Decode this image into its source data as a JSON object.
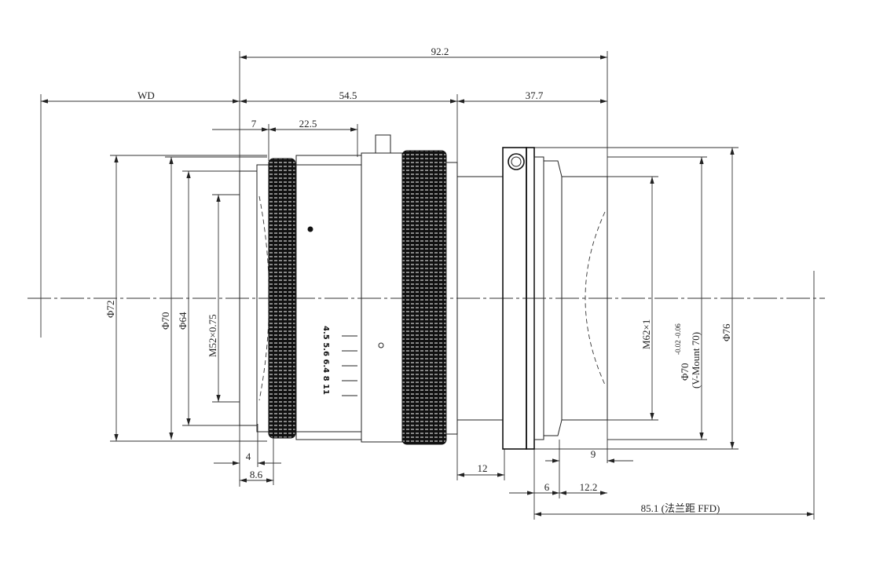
{
  "dimensions": {
    "total_length": "92.2",
    "working_distance": "WD",
    "front_length": "54.5",
    "rear_length": "37.7",
    "front_ring": "7",
    "focus_section": "22.5",
    "dia_72": "Φ72",
    "dia_70_front": "Φ70",
    "dia_64": "Φ64",
    "filter_thread": "M52×0.75",
    "rear_thread": "M62×1",
    "mount_dia": "Φ70",
    "mount_tol": "-0.02 -0.06",
    "mount_name": "(V-Mount 70)",
    "dia_76": "Φ76",
    "dim_4": "4",
    "dim_8_6": "8.6",
    "dim_12": "12",
    "dim_9": "9",
    "dim_6": "6",
    "dim_12_2": "12.2",
    "ffd": "85.1 (法兰距 FFD)"
  },
  "aperture_scale": "4.5 5.6 6.4 8 11",
  "aperture_mark": "o"
}
